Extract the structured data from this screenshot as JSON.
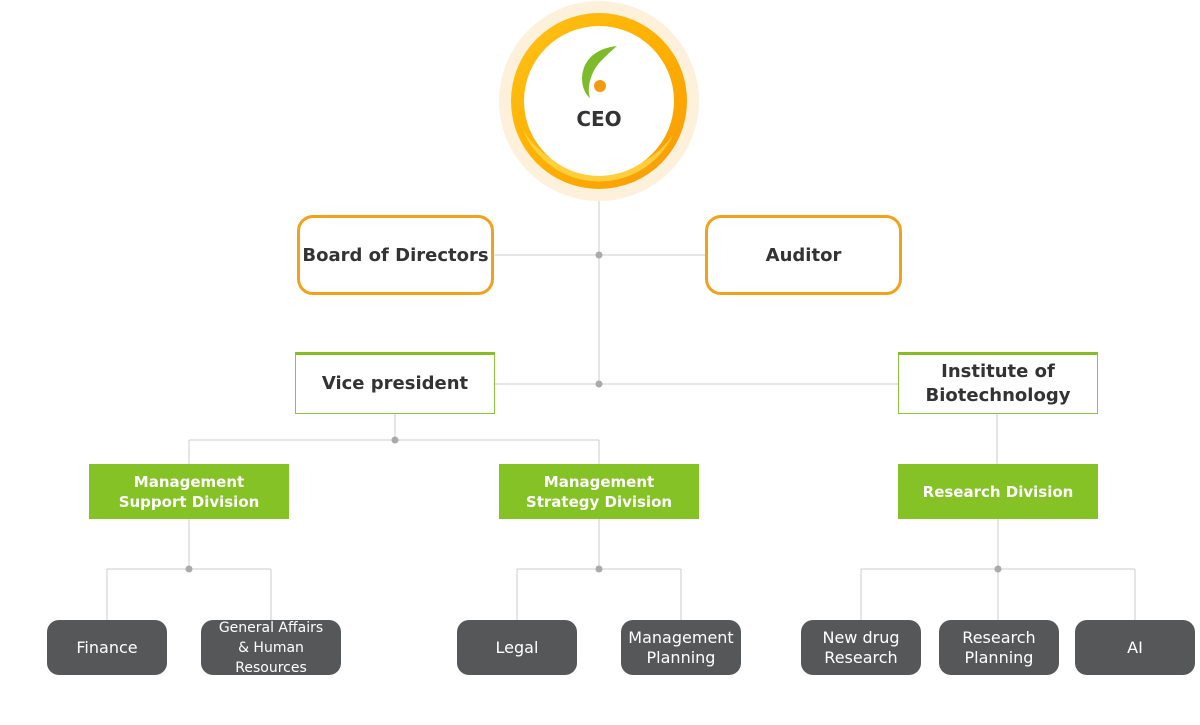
{
  "chart": {
    "ceo": "CEO",
    "board": "Board of Directors",
    "auditor": "Auditor",
    "vice_president": "Vice president",
    "institute": "Institute of\nBiotechnology",
    "management_support": "Management\nSupport Division",
    "management_strategy": "Management\nStrategy Division",
    "research_division": "Research Division",
    "finance": "Finance",
    "general_affairs": "General Affairs\n& Human Resources",
    "legal": "Legal",
    "management_planning": "Management\nPlanning",
    "new_drug": "New drug\nResearch",
    "research_planning": "Research\nPlanning",
    "ai": "AI"
  },
  "colors": {
    "orange": "#f2a11a",
    "green": "#84c225",
    "dark": "#555759",
    "connector": "#cccccc",
    "dot": "#aaaaaa"
  },
  "icons": {
    "logo": "leaf-logo-icon"
  }
}
